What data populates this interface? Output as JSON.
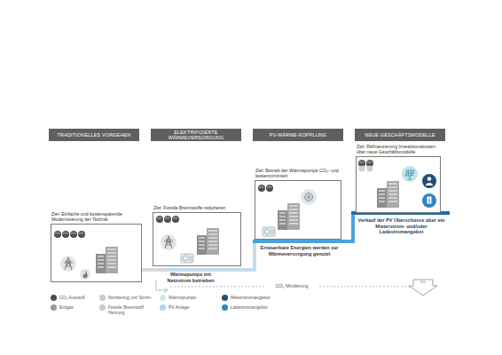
{
  "diagram": {
    "nodes": [
      {
        "text": [
          "TRADITIONELLES VORGEHEN"
        ]
      },
      {
        "text": [
          "ELEKTRIFIZIERTE WÄRMEVERSORGUNG"
        ]
      },
      {
        "text": [
          "PV-WÄRME-KOPPLUNG"
        ]
      },
      {
        "text": [
          "NEUE GESCHÄFTSMODELLE"
        ]
      },
      {
        "text": [
          "Ziel: Einfache und kostensparende Modernisierung der Technik"
        ]
      },
      {
        "text": [
          "Ziel: Fossile Brennstoffe reduzieren"
        ]
      },
      {
        "text": [
          "Ziel: Betrieb der Wärmepumpe CO₂- und kostenminimiert"
        ]
      },
      {
        "text": [
          "Ziel: Refinanzierung Investitionskosten über neue Geschäftsmodelle"
        ]
      },
      {
        "text": [
          "CO₂"
        ],
        "in": 4
      },
      {
        "text": [
          "CO₂"
        ],
        "in": 4
      },
      {
        "text": [
          "CO₂"
        ],
        "in": 4
      },
      {
        "text": [
          "CO₂"
        ],
        "in": 4
      },
      {
        "text": [
          "CO₂"
        ],
        "in": 5
      },
      {
        "text": [
          "CO₂"
        ],
        "in": 5
      },
      {
        "text": [
          "CO₂"
        ],
        "in": 5
      },
      {
        "text": [
          "CO₂"
        ],
        "in": 6
      },
      {
        "text": [
          "CO₂"
        ],
        "in": 6
      },
      {
        "text": [
          "CO₂"
        ],
        "in": 7
      },
      {
        "text": [
          "CO₂"
        ],
        "in": 7
      }
    ],
    "labels": [
      "Wärmepumpe mit Netzstrom betrieben",
      "Erneuerbare Energien werden zur Wärmeversorgung genutzt",
      "Verkauf der PV Überschüsse über ein Mieterstrom- und/oder Ladestromangebot",
      "CO₂ Minderung",
      "CO₂"
    ],
    "legend": [
      {
        "text": "CO₂ Ausstoß",
        "color": "#4d4d4d"
      },
      {
        "text": "Erdgas",
        "color": "#9a9a9a"
      },
      {
        "text": "Netzbezug von Strom",
        "color": "#c8c8c8"
      },
      {
        "text": "Fossile Brennstoff Heizung",
        "color": "#c8c8c8"
      },
      {
        "text": "Wärmepumpe",
        "color": "#d5e3ec"
      },
      {
        "text": "PV Anlage",
        "color": "#a9dbe6"
      },
      {
        "text": "Mieterstromangebot",
        "color": "#1f4e79"
      },
      {
        "text": "Ladestromangebot",
        "color": "#2e86c1"
      }
    ]
  }
}
